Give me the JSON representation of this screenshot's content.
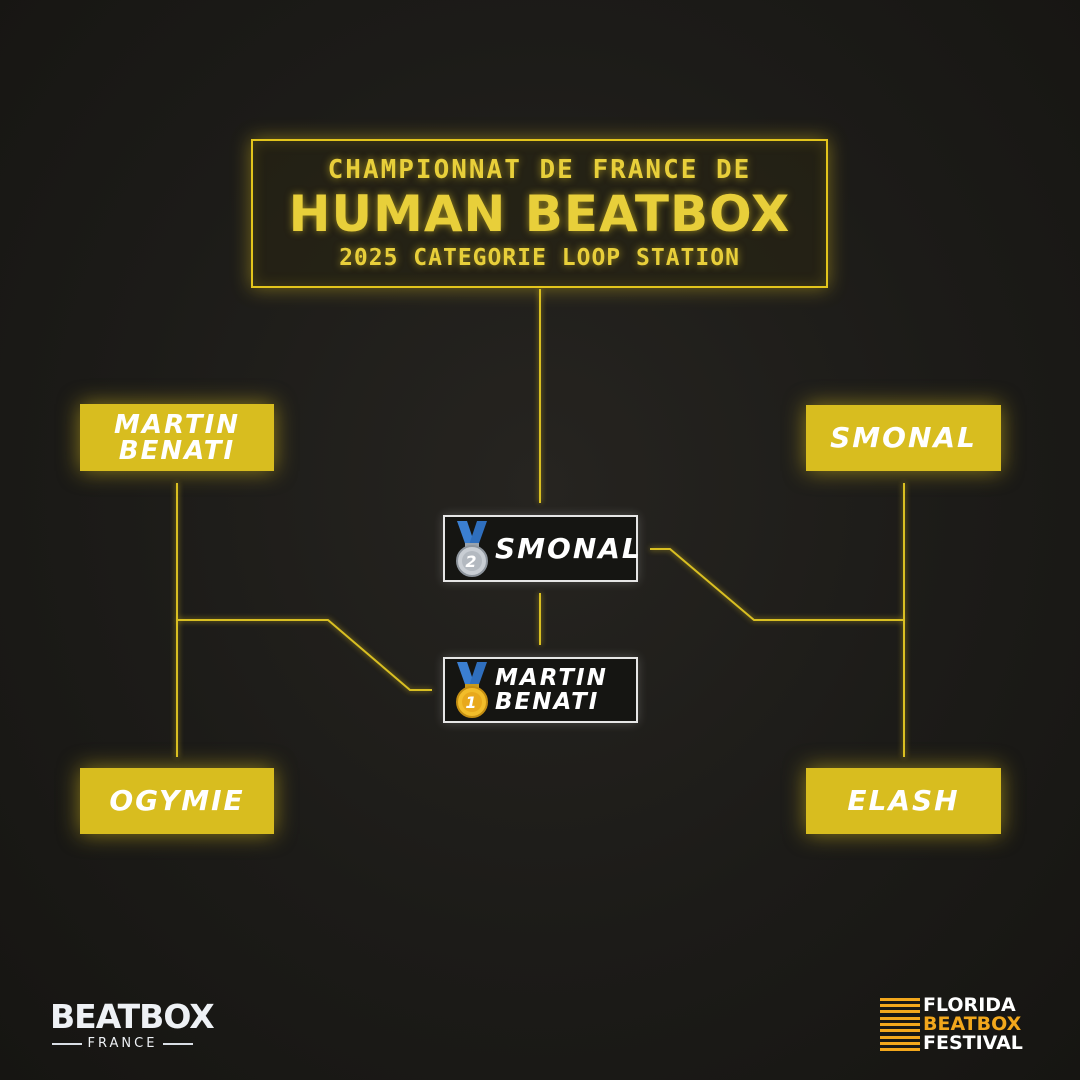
{
  "header": {
    "line1": "CHAMPIONNAT DE FRANCE DE",
    "line2": "HUMAN BEATBOX",
    "line3": "2025 CATEGORIE LOOP STATION"
  },
  "bracket": {
    "left_top": [
      "MARTIN",
      "BENATI"
    ],
    "left_bottom": "OGYMIE",
    "right_top": "SMONAL",
    "right_bottom": "ELASH"
  },
  "podium": {
    "second": {
      "name": "SMONAL",
      "medal_number": "2",
      "medal": "silver-medal-icon"
    },
    "first": {
      "name_lines": [
        "MARTIN",
        "BENATI"
      ],
      "medal_number": "1",
      "medal": "gold-medal-icon"
    }
  },
  "logos": {
    "left": {
      "main": "BEATBOX",
      "sub": "FRANCE"
    },
    "right": {
      "lines": [
        "FLORIDA",
        "BEATBOX",
        "FESTIVAL"
      ]
    }
  },
  "colors": {
    "accent_yellow": "#d8bd1f",
    "glow": "#e3c51c",
    "background": "#1d1c19",
    "festival_orange": "#f2a71c"
  }
}
